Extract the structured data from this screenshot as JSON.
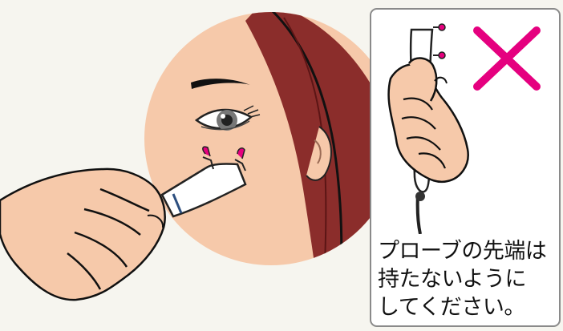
{
  "caption": {
    "line1": "プローブの先端は",
    "line2": "持たないように",
    "line3": "してください。"
  },
  "icons": {
    "wrong_mark": "x-mark-icon"
  },
  "colors": {
    "background": "#f6f5ef",
    "skin": "#f6c9aa",
    "hair": "#8b2d2b",
    "wrong_mark": "#e5007f",
    "probe_tip": "#e6007e"
  }
}
